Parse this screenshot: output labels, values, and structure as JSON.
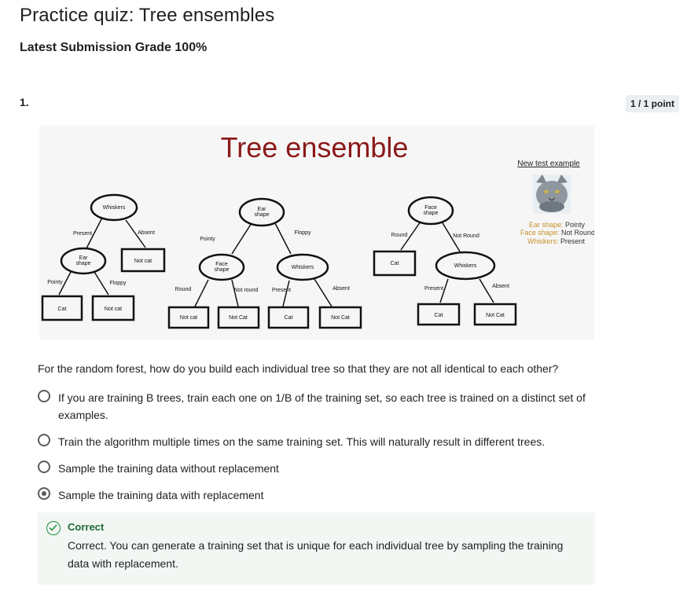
{
  "header": {
    "title": "Practice quiz: Tree ensembles",
    "grade_label": "Latest Submission Grade",
    "grade_value": "100%"
  },
  "question": {
    "number": "1.",
    "points": "1 / 1 point",
    "text": "For the random forest, how do you build each individual tree so that they are not all identical to each other?",
    "options": [
      {
        "label": "If you are training B trees, train each one on 1/B of the training set, so each tree is trained on a distinct set of examples.",
        "selected": false
      },
      {
        "label": "Train the algorithm multiple times on the same training set. This will naturally result in different trees.",
        "selected": false
      },
      {
        "label": "Sample the training data without replacement",
        "selected": false
      },
      {
        "label": "Sample the training data with replacement",
        "selected": true
      }
    ]
  },
  "figure": {
    "title": "Tree ensemble",
    "new_example": {
      "heading": "New test example",
      "features": [
        {
          "name": "Ear shape:",
          "value": "Pointy"
        },
        {
          "name": "Face shape:",
          "value": "Not Round"
        },
        {
          "name": "Whiskers:",
          "value": "Present"
        }
      ]
    },
    "tree1": {
      "root": "Whiskers",
      "left_edge": "Present",
      "right_edge": "Absent",
      "node2": "Ear shape",
      "leaf_right": "Not cat",
      "ll_edge": "Pointy",
      "lr_edge": "Floppy",
      "leaf_ll": "Cat",
      "leaf_lr": "Not cat"
    },
    "tree2": {
      "root": "Ear shape",
      "left_edge": "Pointy",
      "right_edge": "Floppy",
      "left_node": "Face shape",
      "right_node": "Whiskers",
      "ll_edge": "Round",
      "lr_edge": "Not round",
      "rl_edge": "Present",
      "rr_edge": "Absent",
      "leaf1": "Not cat",
      "leaf2": "Not Cat",
      "leaf3": "Cat",
      "leaf4": "Not Cat"
    },
    "tree3": {
      "root": "Face shape",
      "left_edge": "Round",
      "right_edge": "Not Round",
      "leaf_left": "Cat",
      "node2": "Whiskers",
      "rl_edge": "Present",
      "rr_edge": "Absent",
      "leaf_rl": "Cat",
      "leaf_rr": "Not Cat"
    },
    "colors": {
      "title": "#8b1a1a",
      "feature_name": "#c8912a",
      "feature_value": "#333333"
    }
  },
  "feedback": {
    "title": "Correct",
    "text": "Correct. You can generate a training set that is unique for each individual tree by sampling the training data with replacement."
  }
}
